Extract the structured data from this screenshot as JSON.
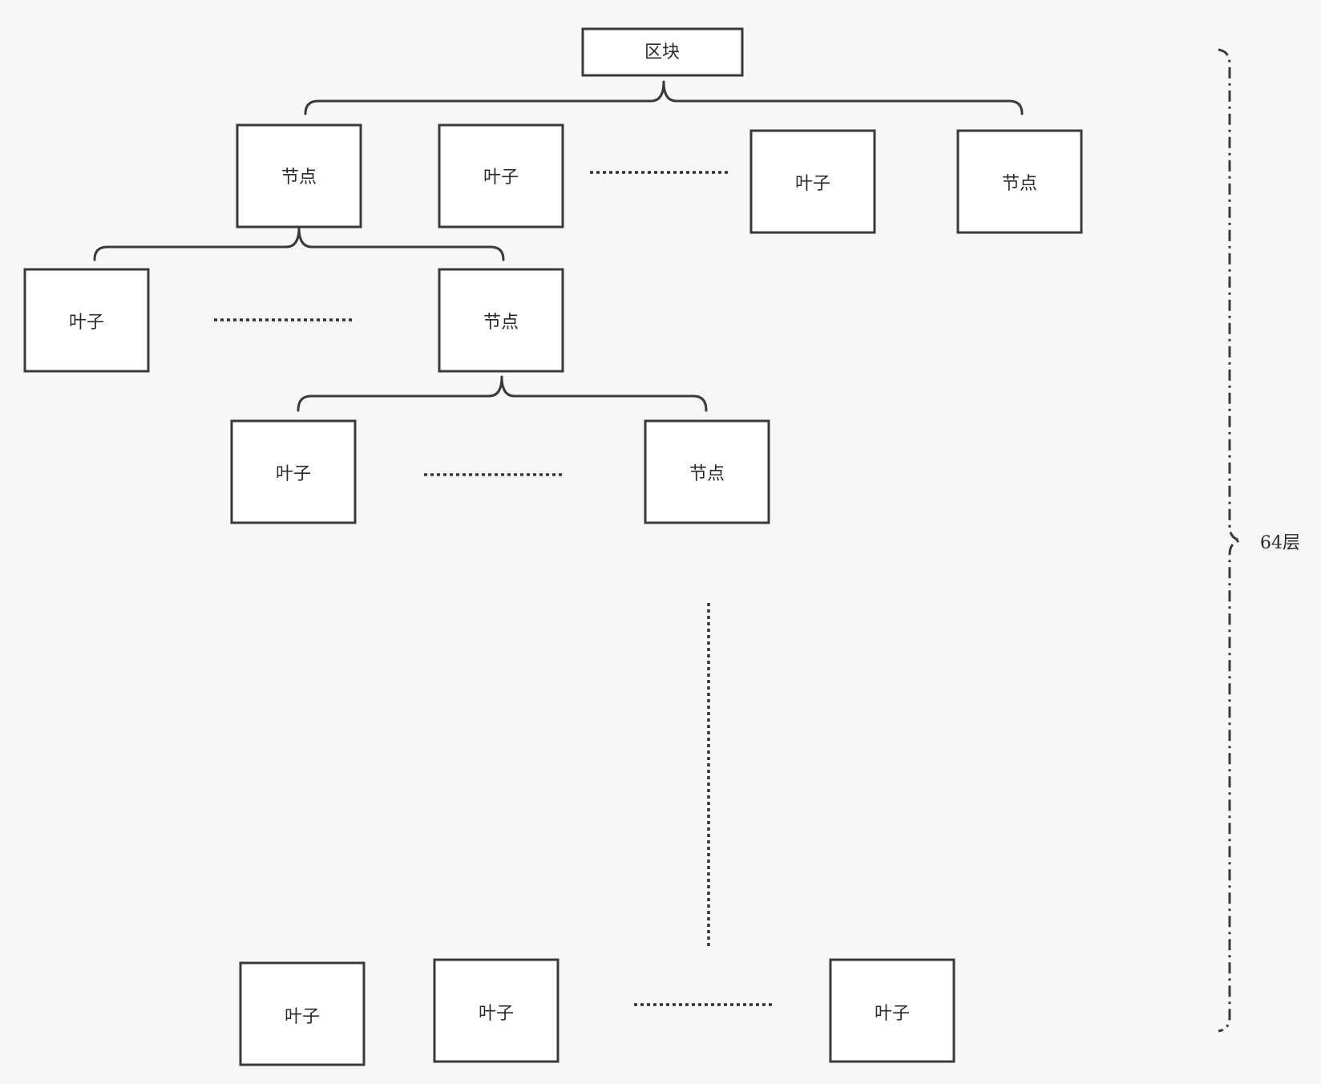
{
  "diagram": {
    "root": {
      "label": "区块"
    },
    "level1": [
      {
        "label": "节点"
      },
      {
        "label": "叶子"
      },
      {
        "label": "叶子"
      },
      {
        "label": "节点"
      }
    ],
    "level2": [
      {
        "label": "叶子"
      },
      {
        "label": "节点"
      }
    ],
    "level3": [
      {
        "label": "叶子"
      },
      {
        "label": "节点"
      }
    ],
    "bottom": [
      {
        "label": "叶子"
      },
      {
        "label": "叶子"
      },
      {
        "label": "叶子"
      }
    ],
    "layer_label": "64层"
  },
  "colors": {
    "background": "#f7f7f7",
    "stroke": "#3a3a3a",
    "box_fill": "#ffffff",
    "text": "#2a2a2a"
  }
}
